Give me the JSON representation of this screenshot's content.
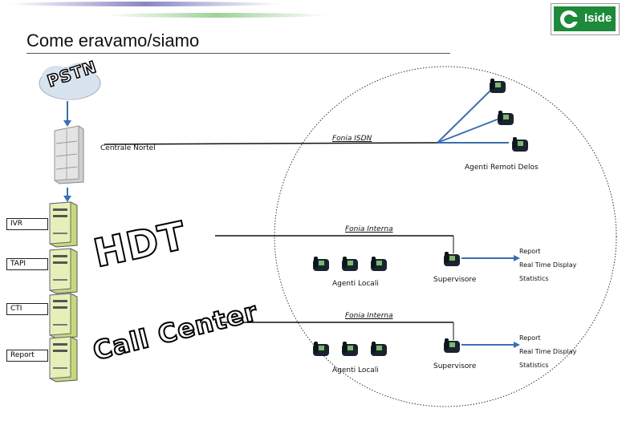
{
  "slide": {
    "title": "Come eravamo/siamo"
  },
  "logo": {
    "text": "Iside",
    "color": "#1d8a3a"
  },
  "cloud": {
    "text": "PSTN"
  },
  "centrale": {
    "label": "Centrale Nortel"
  },
  "isdn": {
    "label": "Fonia ISDN",
    "remote_label": "Agenti Remoti Delos"
  },
  "servers": {
    "ivr": "IVR",
    "tapi": "TAPI",
    "cti": "CTI",
    "report": "Report"
  },
  "banners": {
    "hdt": "HDT",
    "callcenter": "Call Center"
  },
  "section1": {
    "link_label": "Fonia Interna",
    "agents_label": "Agenti Locali",
    "supervisor_label": "Supervisore",
    "out_report": "Report",
    "out_realtime": "Real Time Display",
    "out_statistics": "Statistics"
  },
  "section2": {
    "link_label": "Fonia Interna",
    "agents_label": "Agenti Locali",
    "supervisor_label": "Supervisore",
    "out_report": "Report",
    "out_realtime": "Real Time Display",
    "out_statistics": "Statistics"
  }
}
